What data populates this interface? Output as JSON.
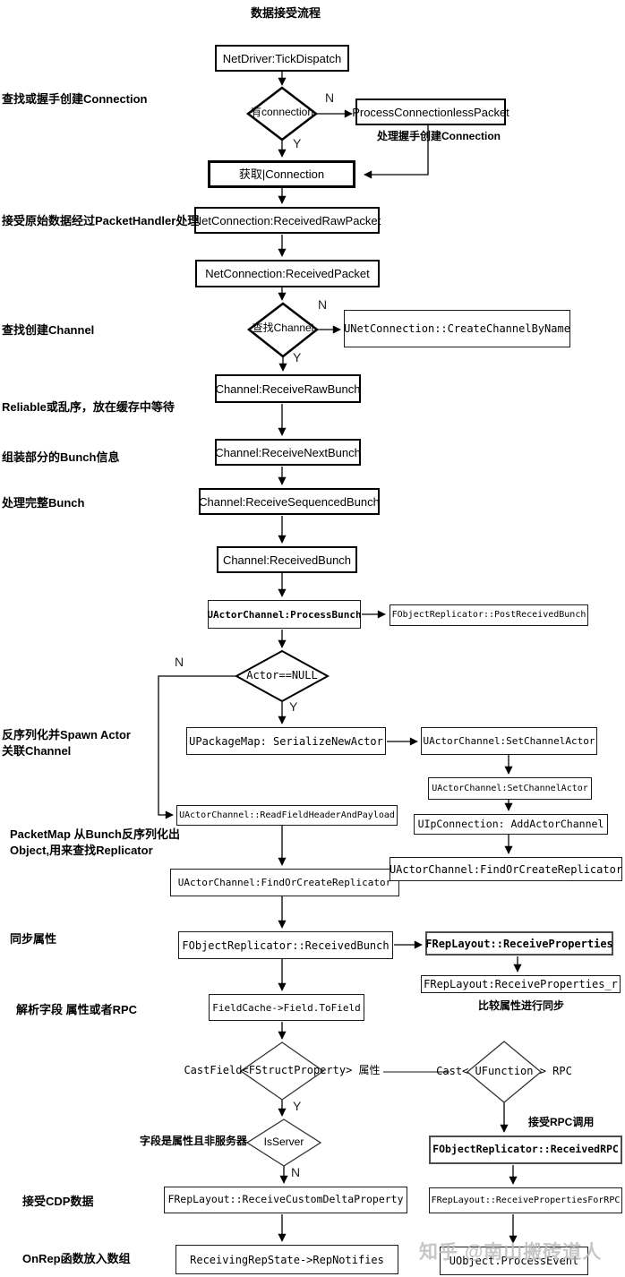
{
  "title": "数据接受流程",
  "watermark": "知乎 @南山搬砖道人",
  "branch": {
    "yes": "Y",
    "no": "N"
  },
  "colors": {
    "line": "#000000",
    "background": "#ffffff",
    "watermark": "#bababa"
  },
  "nodes": {
    "tick_dispatch": {
      "label": "NetDriver:TickDispatch"
    },
    "has_connection": {
      "label": "有connection"
    },
    "process_connectionless": {
      "label": "ProcessConnectionlessPacket"
    },
    "get_connection": {
      "label": "获取|Connection"
    },
    "received_raw_packet": {
      "label": "NetConnection:ReceivedRawPacket"
    },
    "received_packet": {
      "label": "NetConnection:ReceivedPacket"
    },
    "find_channel": {
      "label": "查找Channel"
    },
    "create_channel_by_name": {
      "label": "UNetConnection::CreateChannelByName"
    },
    "receive_raw_bunch": {
      "label": "Channel:ReceiveRawBunch"
    },
    "receive_next_bunch": {
      "label": "Channel:ReceiveNextBunch"
    },
    "receive_sequenced_bunch": {
      "label": "Channel:ReceiveSequencedBunch"
    },
    "received_bunch_channel": {
      "label": "Channel:ReceivedBunch"
    },
    "process_bunch": {
      "label": "UActorChannel:ProcessBunch"
    },
    "post_received_bunch": {
      "label": "FObjectReplicator::PostReceivedBunch"
    },
    "actor_null": {
      "label": "Actor==NULL"
    },
    "serialize_new_actor": {
      "label": "UPackageMap: SerializeNewActor"
    },
    "set_channel_actor_1": {
      "label": "UActorChannel:SetChannelActor"
    },
    "set_channel_actor_2": {
      "label": "UActorChannel:SetChannelActor"
    },
    "read_field_header": {
      "label": "UActorChannel::ReadFieldHeaderAndPayload"
    },
    "add_actor_channel": {
      "label": "UIpConnection: AddActorChannel"
    },
    "find_or_create_replicator_right": {
      "label": "UActorChannel:FindOrCreateReplicator"
    },
    "find_or_create_replicator": {
      "label": "UActorChannel:FindOrCreateReplicator"
    },
    "received_bunch": {
      "label": "FObjectReplicator::ReceivedBunch"
    },
    "receive_properties": {
      "label": "FRepLayout::ReceiveProperties"
    },
    "receive_properties_r": {
      "label": "FRepLayout:ReceiveProperties_r"
    },
    "field_cache": {
      "label": "FieldCache->Field.ToField"
    },
    "cast_field": {
      "label": "CastField<FStructProperty> 属性"
    },
    "cast_ufunction": {
      "label": "Cast< UFunction > RPC"
    },
    "is_server": {
      "label": "IsServer"
    },
    "received_rpc": {
      "label": "FObjectReplicator::ReceivedRPC"
    },
    "receive_custom_delta": {
      "label": "FRepLayout::ReceiveCustomDeltaProperty"
    },
    "receive_properties_for_rpc": {
      "label": "FRepLayout::ReceivePropertiesForRPC"
    },
    "rep_notifies": {
      "label": "ReceivingRepState->RepNotifies"
    },
    "process_event": {
      "label": "UObject.ProcessEvent"
    }
  },
  "annotations": {
    "find_or_handshake": "查找或握手创建Connection",
    "handle_handshake": "处理握手创建Connection",
    "raw_via_packethandler": "接受原始数据经过PacketHandler处理",
    "find_create_channel": "查找创建Channel",
    "reliable_cache": "Reliable或乱序，放在缓存中等待",
    "assemble_bunch": "组装部分的Bunch信息",
    "handle_complete_bunch": "处理完整Bunch",
    "deserialize_spawn": "反序列化并Spawn Actor\n关联Channel",
    "packetmap_find_replicator": "PacketMap 从Bunch反序列化出\nObject,用来查找Replicator",
    "sync_properties": "同步属性",
    "compare_properties": "比较属性进行同步",
    "parse_field": "解析字段 属性或者RPC",
    "accept_rpc": "接受RPC调用",
    "field_is_property": "字段是属性且非服务器",
    "accept_cdp": "接受CDP数据",
    "onrep_array": "OnRep函数放入数组"
  }
}
